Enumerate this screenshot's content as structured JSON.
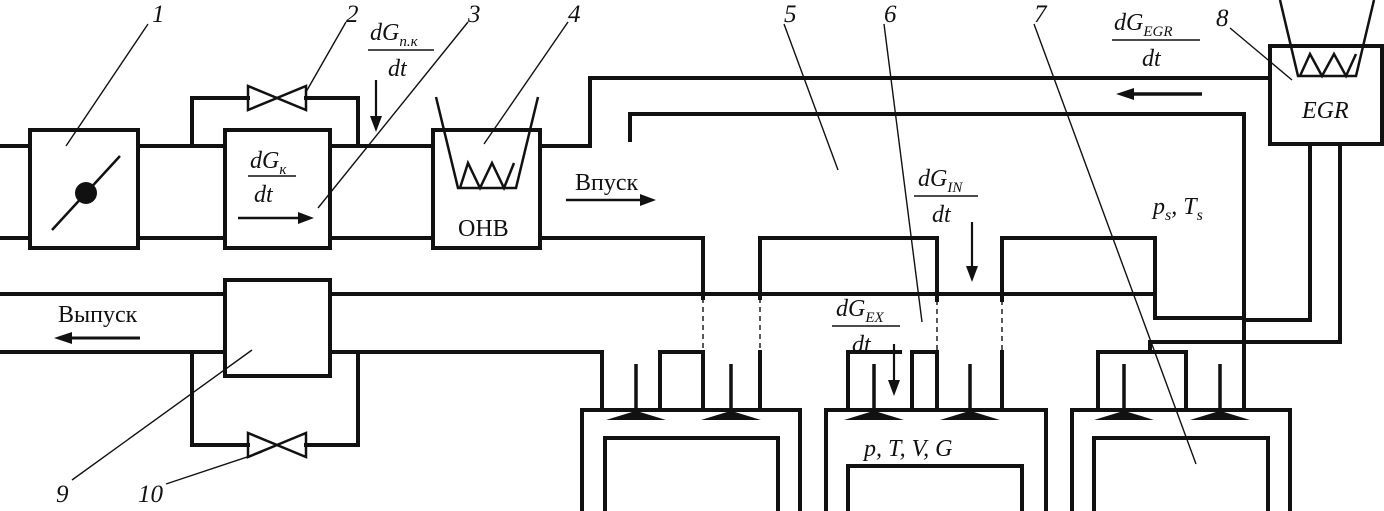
{
  "callouts": [
    "1",
    "2",
    "3",
    "4",
    "5",
    "6",
    "7",
    "8",
    "9",
    "10"
  ],
  "labels": {
    "intake": "Впуск",
    "exhaust": "Выпуск",
    "intercooler": "ОНВ",
    "egr": "EGR",
    "cylinder_state": "p, T, V, G",
    "manifold_state": "p",
    "manifold_state_sub": "s",
    "manifold_state_mid": ", T",
    "manifold_state_sub2": "s"
  },
  "flows": {
    "compressor": {
      "num": "dG",
      "sub": "к",
      "den": "dt"
    },
    "bypass": {
      "num": "dG",
      "sub": "п.к",
      "den": "dt"
    },
    "egr": {
      "num": "dG",
      "sub": "EGR",
      "den": "dt"
    },
    "intake_valve": {
      "num": "dG",
      "sub": "IN",
      "den": "dt"
    },
    "exhaust_valve": {
      "num": "dG",
      "sub": "EX",
      "den": "dt"
    }
  }
}
